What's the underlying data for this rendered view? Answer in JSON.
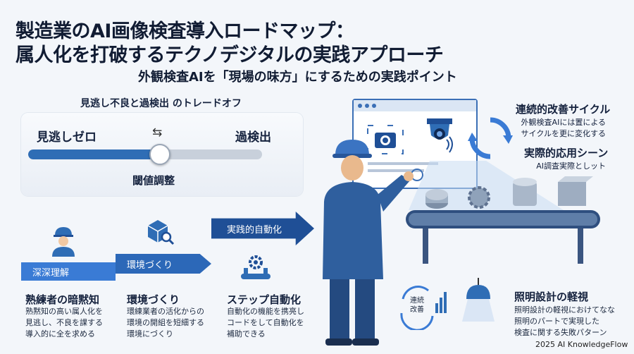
{
  "title": {
    "line1": "製造業のAI画像検査導入ロードマップ：",
    "line2": "属人化を打破するテクノデジタルの実践アプローチ",
    "subtitle": "外観検査AIを「現場の味方」にするための実践ポイント"
  },
  "tradeoff": {
    "caption": "見逃し不良と過検出 のトレードオフ",
    "left_label": "見逃しゼロ",
    "right_label": "過検出",
    "center_label": "閾値調整",
    "level": 0.57
  },
  "steps": [
    {
      "banner": "深深理解",
      "heading": "熟練者の暗黙知",
      "body": [
        "熟黙知の高い属人化を",
        "見逃し、不良を課する",
        "導入的に全を求める"
      ]
    },
    {
      "banner": "環境づくり",
      "heading": "環境づくり",
      "body": [
        "環練業者の活化からの",
        "環境の開組を短細する",
        "環境にづくり"
      ]
    },
    {
      "banner": "実践的自動化",
      "heading": "ステップ自動化",
      "body": [
        "自動化の機能を携亮し",
        "コードをして自動化を",
        "補助できる"
      ]
    }
  ],
  "side": {
    "cycle_heading": "連続的改善サイクル",
    "cycle_body": [
      "外観検査AIには置による",
      "サイクルを更に変化する"
    ],
    "applied_heading": "実際的応用シーン",
    "applied_body": "AI調査実際としット",
    "cycle_icon_label": [
      "連続",
      "改善"
    ],
    "lighting_heading": "照明設計の軽視",
    "lighting_body": [
      "照明設計の軽視におけてなな",
      "照明のパートで実現した",
      "検査に関する失敗パターン"
    ]
  },
  "credit": "2025 AI KnowledgeFlow",
  "colors": {
    "primary": "#1f4f96",
    "accent": "#3a7bd5",
    "light": "#dbe6f4"
  }
}
